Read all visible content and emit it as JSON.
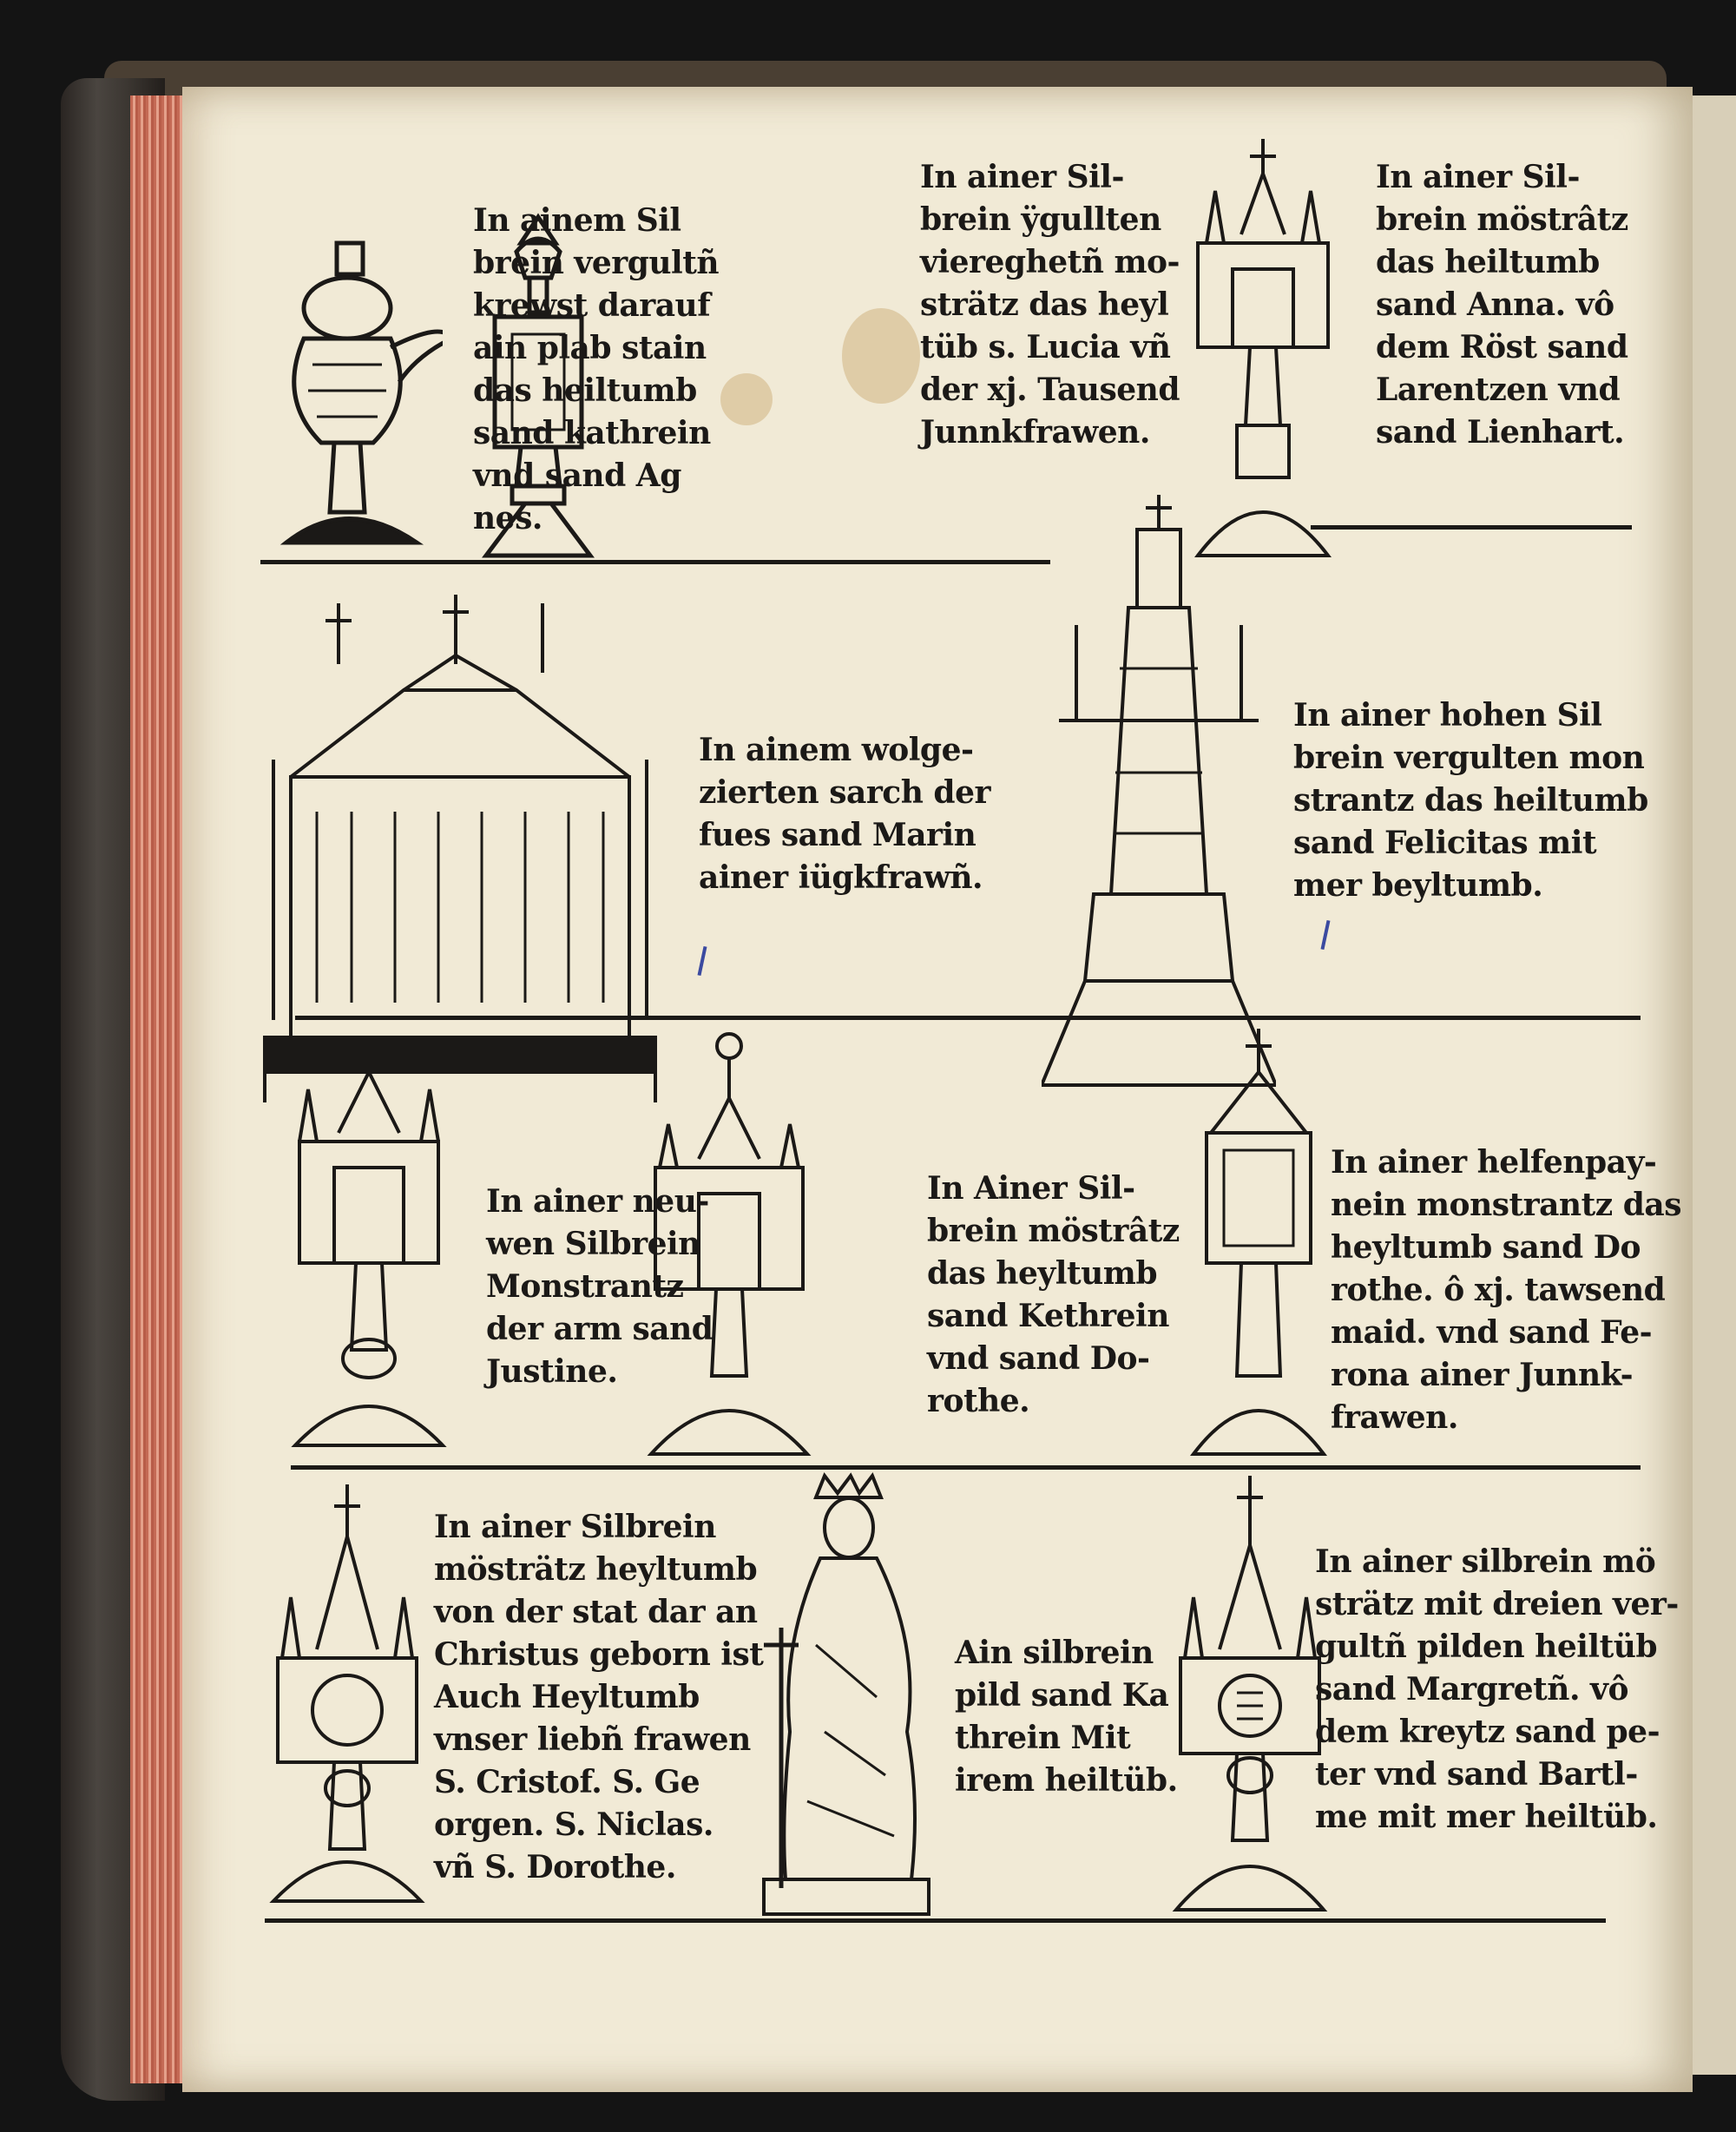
{
  "page": {
    "captions": [
      {
        "id": "c1",
        "text": "In ainem Sil\nbrein vergultñ\nkrewst darauf\nain plab stain\ndas heiltumb\nsand kathrein\nvnd sand Ag\nnes."
      },
      {
        "id": "c2",
        "text": "In ainer Sil-\nbrein ÿgullten\nviereghetñ mo-\nsträtz das heyl\ntüb s. Lucia vñ\nder xj. Tausend\nJunnkfrawen."
      },
      {
        "id": "c3",
        "text": "In ainer Sil-\nbrein möstrâtz\ndas heiltumb\nsand Anna. vô\ndem Röst sand\nLarentzen vnd\nsand Lienhart."
      },
      {
        "id": "c4",
        "text": "In ainem wolge-\nzierten sarch der\nfues sand Marin\nainer iügkfrawñ."
      },
      {
        "id": "c5",
        "text": "In ainer hohen Sil\nbrein vergulten mon\nstrantz das heiltumb\nsand Felicitas mit\nmer beyltumb."
      },
      {
        "id": "c6",
        "text": "In ainer neu-\nwen Silbrein\nMonstrantz\nder arm sand\nJustine."
      },
      {
        "id": "c7",
        "text": "In Ainer Sil-\nbrein möstrâtz\ndas heyltumb\nsand Kethrein\nvnd sand Do-\nrothe."
      },
      {
        "id": "c8",
        "text": "In ainer helfenpay-\nnein monstrantz das\nheyltumb sand Do\nrothe. ô xj. tawsend\nmaid. vnd sand Fe-\nrona ainer Junnk-\nfrawen."
      },
      {
        "id": "c9",
        "text": "In ainer Silbrein\nmösträtz heyltumb\nvon der stat dar an\nChristus geborn ist\nAuch Heyltumb\nvnser liebñ frawen\nS. Cristof. S. Ge\norgen. S. Niclas.\nvñ S. Dorothe."
      },
      {
        "id": "c10",
        "text": "Ain silbrein\npild sand Ka\nthrein Mit\nirem heiltüb."
      },
      {
        "id": "c11",
        "text": "In ainer silbrein mö\nsträtz mit dreien ver-\ngultñ pilden heiltüb\nsand Margretñ. vô\ndem kreytz sand pe-\nter vnd sand Bartl-\nme mit mer heiltüb."
      }
    ]
  },
  "colors": {
    "ink": "#1b1917",
    "paper": "#f1ead6",
    "edge": "#c46a55"
  }
}
